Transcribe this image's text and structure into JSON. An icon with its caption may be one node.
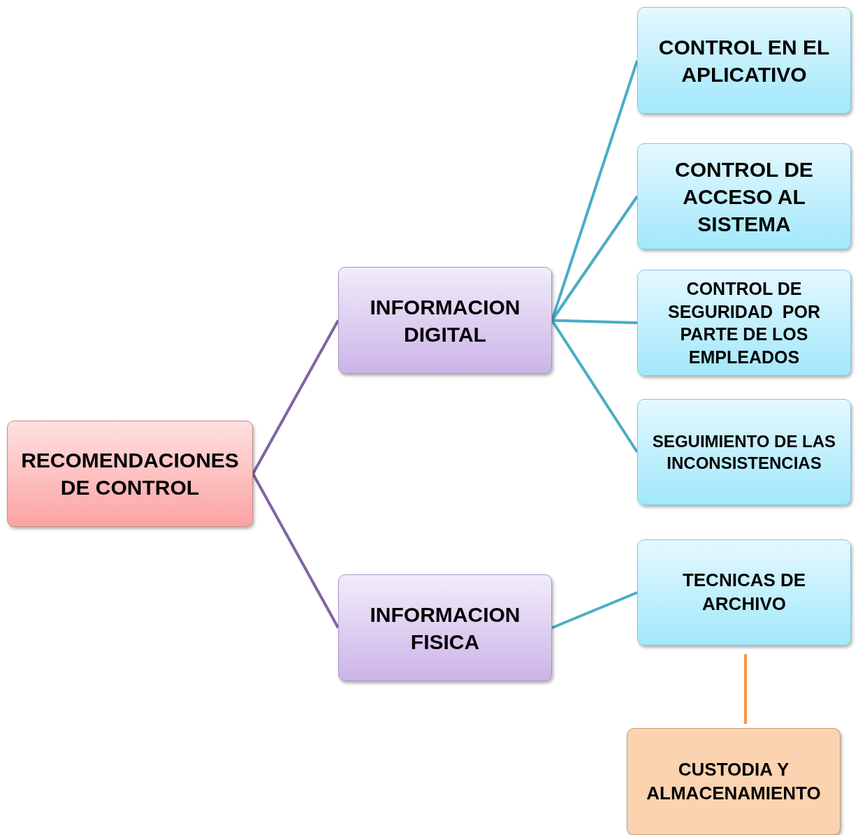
{
  "diagram": {
    "nodes": [
      {
        "text": [
          "RECOMENDACIONES DE CONTROL"
        ]
      },
      {
        "text": [
          "INFORMACION DIGITAL"
        ]
      },
      {
        "text": [
          "INFORMACION FISICA"
        ]
      },
      {
        "text": [
          "CONTROL EN EL APLICATIVO"
        ]
      },
      {
        "text": [
          "CONTROL DE ACCESO AL SISTEMA"
        ]
      },
      {
        "text": [
          "CONTROL DE SEGURIDAD  POR PARTE DE LOS EMPLEADOS"
        ]
      },
      {
        "text": [
          "SEGUIMIENTO DE LAS INCONSISTENCIAS"
        ]
      },
      {
        "text": [
          "TECNICAS DE ARCHIVO"
        ]
      },
      {
        "text": [
          "CUSTODIA Y ALMACENAMIENTO"
        ]
      }
    ],
    "edges": [
      {
        "from": 0,
        "to": 1,
        "arrow": "none",
        "color": "#8064a2"
      },
      {
        "from": 0,
        "to": 2,
        "arrow": "none",
        "color": "#8064a2"
      },
      {
        "from": 1,
        "to": 3,
        "arrow": "none"
      },
      {
        "from": 1,
        "to": 4,
        "arrow": "none"
      },
      {
        "from": 1,
        "to": 5,
        "arrow": "none"
      },
      {
        "from": 1,
        "to": 6,
        "arrow": "none"
      },
      {
        "from": 2,
        "to": 7,
        "arrow": "none"
      },
      {
        "from": 7,
        "to": 8,
        "arrow": "none",
        "color": "#f79646"
      }
    ]
  }
}
